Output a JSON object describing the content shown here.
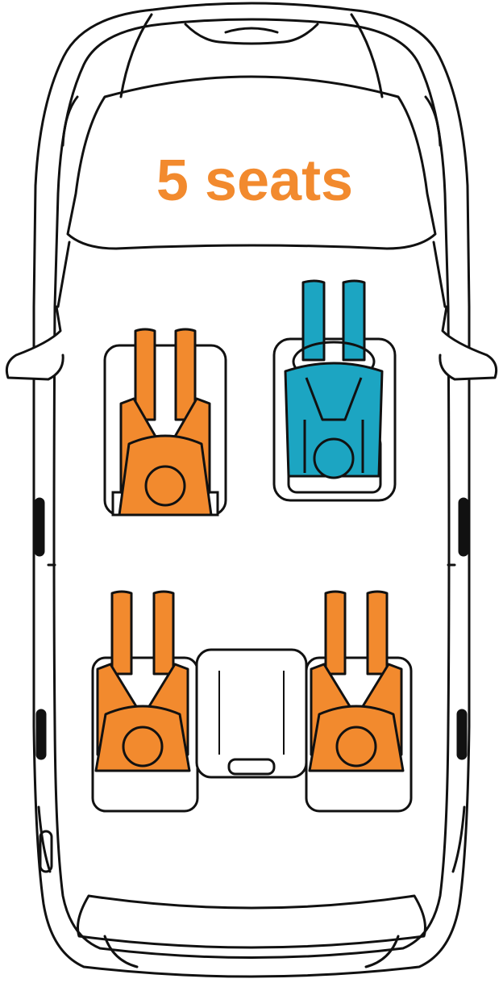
{
  "title": "5 seats",
  "colors": {
    "title": "#F28A2E",
    "passenger": "#F28A2E",
    "driver": "#1CA5C2",
    "outline": "#111111",
    "body_fill": "#ffffff"
  },
  "seats": [
    {
      "name": "front-left-seat",
      "occupant": "passenger"
    },
    {
      "name": "front-right-seat",
      "occupant": "driver"
    },
    {
      "name": "rear-left-seat",
      "occupant": "passenger"
    },
    {
      "name": "rear-middle-seat",
      "occupant": "empty"
    },
    {
      "name": "rear-right-seat",
      "occupant": "passenger"
    }
  ]
}
